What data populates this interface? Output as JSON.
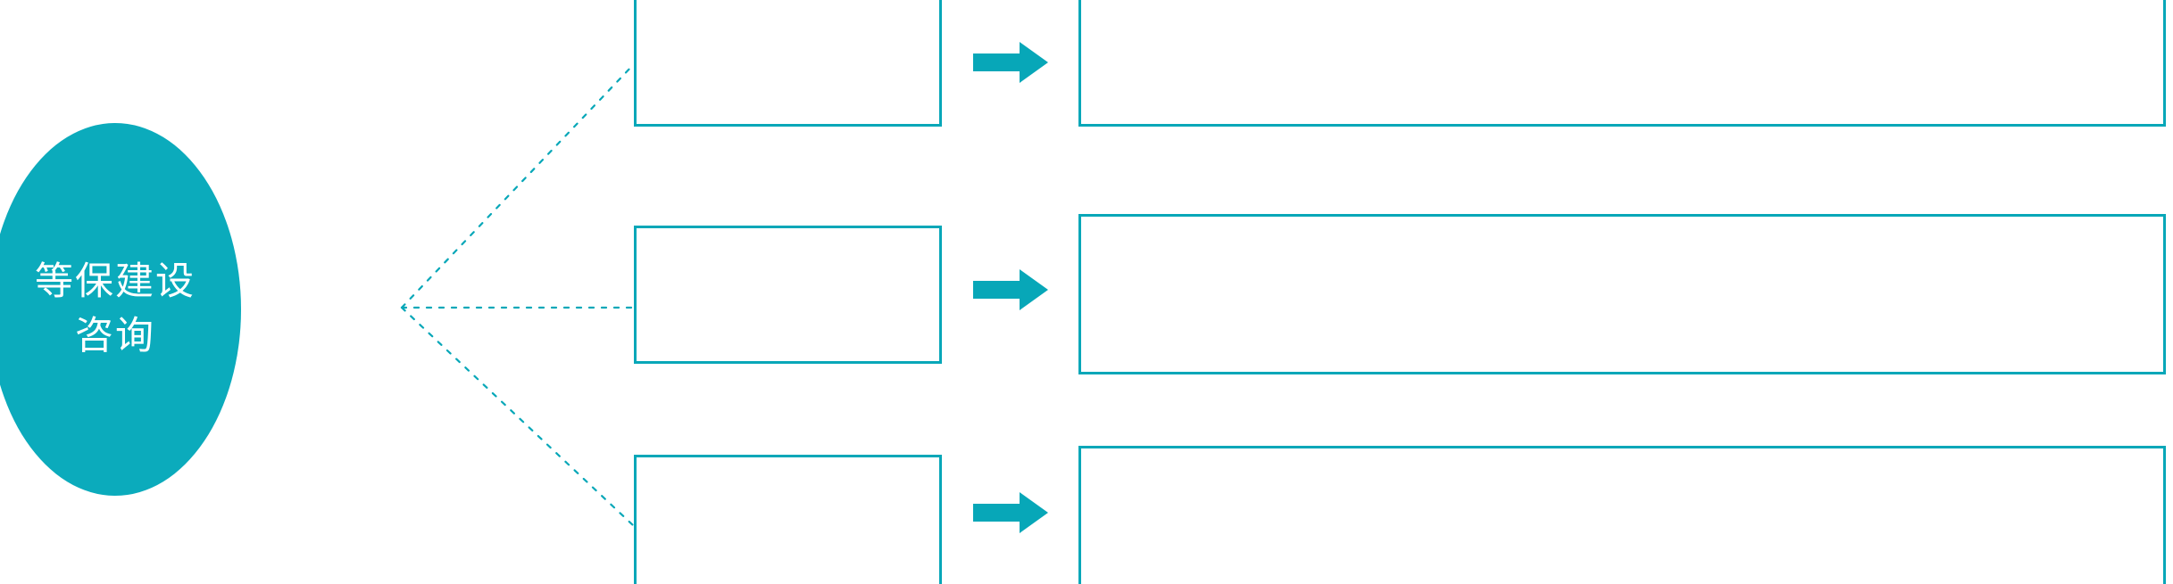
{
  "diagram": {
    "type": "hub-and-spoke-flow",
    "accent_color": "#0BABBC",
    "border_color": "#07A7B8",
    "background_color": "#FFFFFF",
    "hub": {
      "label": "等保建设\n咨询",
      "line1": "等保建设",
      "line2": "咨询",
      "shape": "ellipse",
      "fill": "#0BABBC",
      "text_color": "#FFFFFF"
    },
    "connectors": {
      "style": "dotted",
      "color": "#07A7B8",
      "count": 3,
      "vertex": "left-fan"
    },
    "rows": [
      {
        "index": 1,
        "stage_box": {
          "text": "",
          "shape": "rectangle"
        },
        "arrow": {
          "icon": "right-arrow-icon",
          "fill": "#07A7B8"
        },
        "detail_box": {
          "text": "",
          "shape": "rectangle"
        }
      },
      {
        "index": 2,
        "stage_box": {
          "text": "",
          "shape": "rectangle"
        },
        "arrow": {
          "icon": "right-arrow-icon",
          "fill": "#07A7B8"
        },
        "detail_box": {
          "text": "",
          "shape": "rectangle"
        }
      },
      {
        "index": 3,
        "stage_box": {
          "text": "",
          "shape": "rectangle"
        },
        "arrow": {
          "icon": "right-arrow-icon",
          "fill": "#07A7B8"
        },
        "detail_box": {
          "text": "",
          "shape": "rectangle"
        }
      }
    ]
  }
}
